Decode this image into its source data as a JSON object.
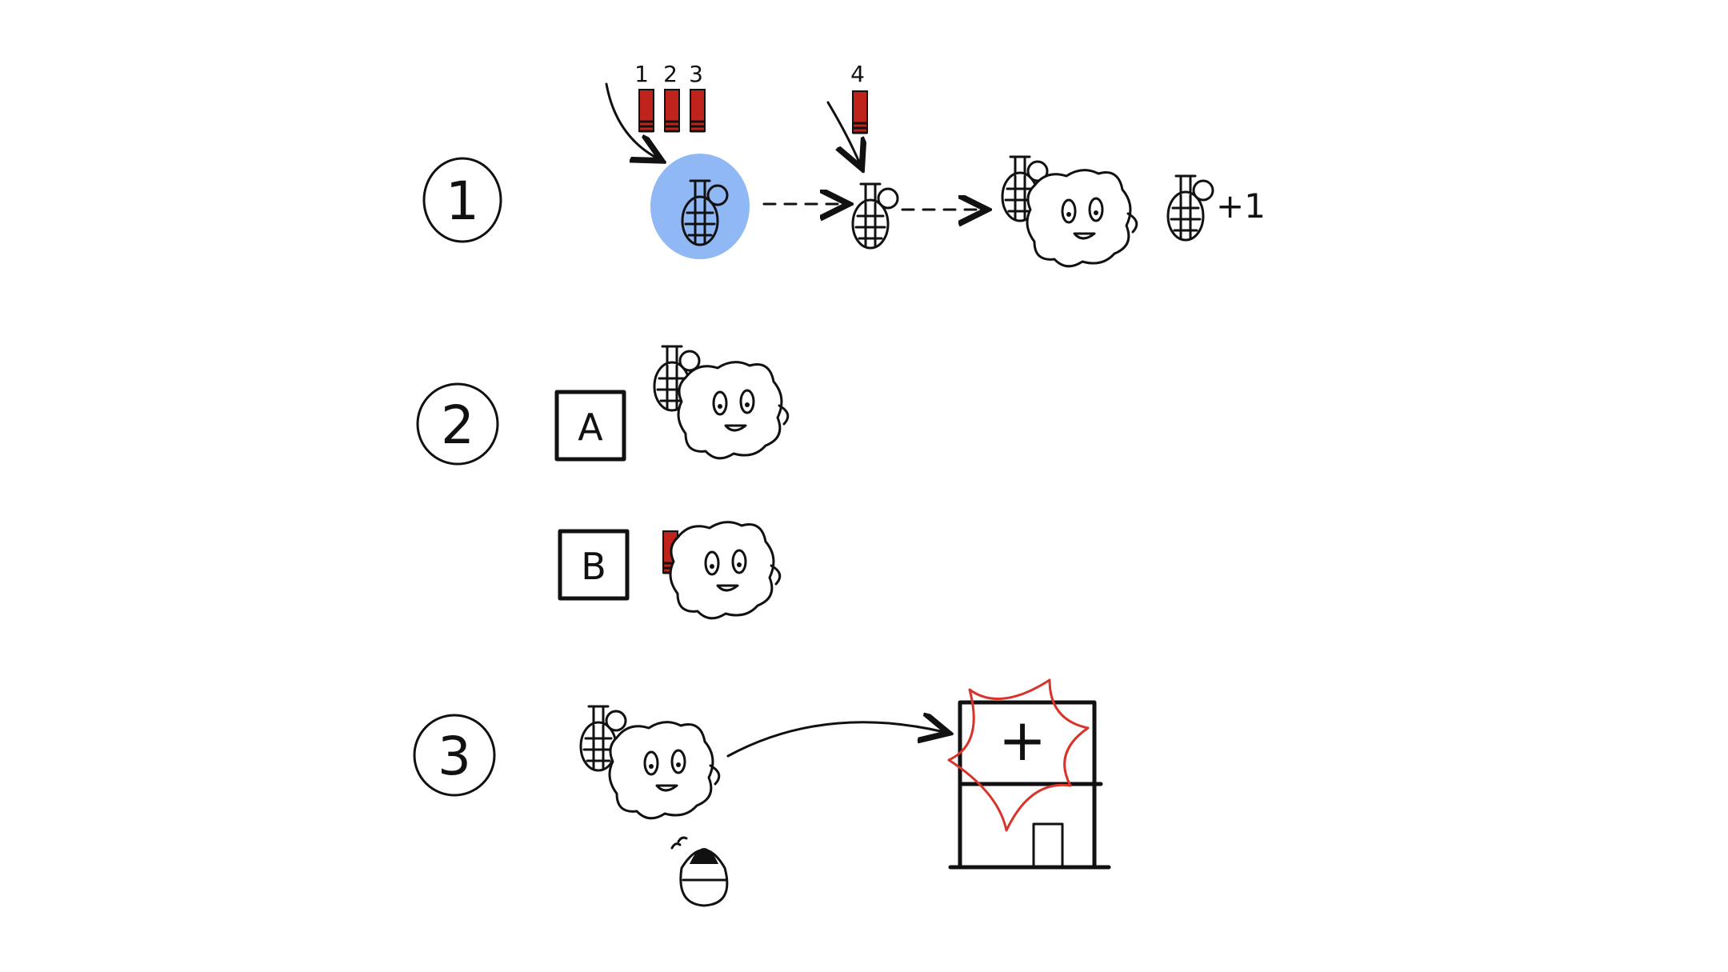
{
  "steps": [
    {
      "number": "1"
    },
    {
      "number": "2"
    },
    {
      "number": "3"
    }
  ],
  "step1": {
    "card_numbers": [
      "1",
      "2",
      "3"
    ],
    "fourth_card_number": "4",
    "score_text": "+1"
  },
  "step2": {
    "box_a_label": "A",
    "box_b_label": "B"
  },
  "step3": {
    "building_symbol": "+"
  },
  "colors": {
    "highlight": "#8fb8f5",
    "card_red": "#c0231c",
    "burst_red": "#d9342b",
    "ink": "#111111"
  },
  "icon_names": [
    "grenade-icon",
    "blob-character-icon",
    "red-card-icon",
    "egg-icon",
    "hospital-building-icon",
    "arrow-icon"
  ]
}
